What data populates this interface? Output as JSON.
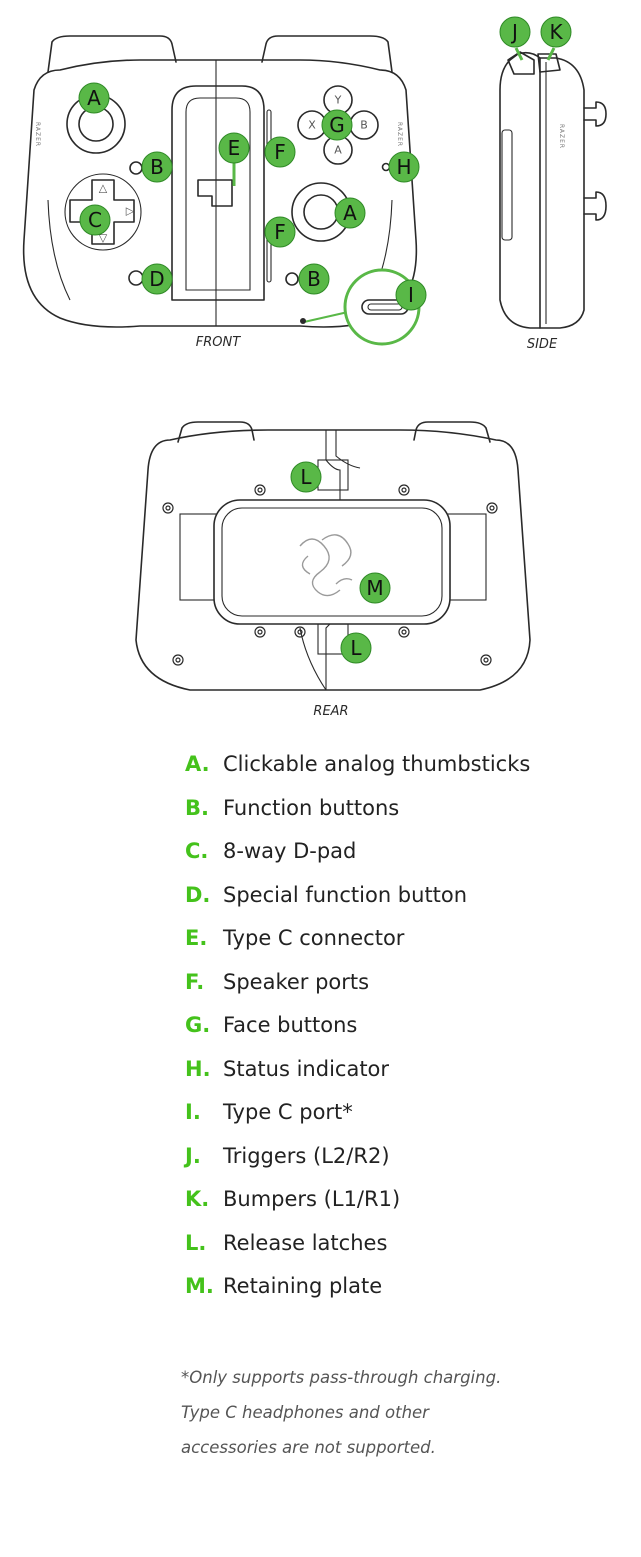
{
  "views": {
    "front": "FRONT",
    "side": "SIDE",
    "rear": "REAR"
  },
  "callouts": [
    "A",
    "B",
    "C",
    "D",
    "E",
    "F",
    "G",
    "H",
    "I",
    "J",
    "K",
    "L",
    "M"
  ],
  "face_buttons": [
    "Y",
    "X",
    "B",
    "A"
  ],
  "brand_text": "RAZER",
  "accent_color": "#59b847",
  "legend": [
    {
      "letter": "A.",
      "text": "Clickable analog thumbsticks"
    },
    {
      "letter": "B.",
      "text": "Function buttons"
    },
    {
      "letter": "C.",
      "text": "8-way D-pad"
    },
    {
      "letter": "D.",
      "text": "Special function button"
    },
    {
      "letter": "E.",
      "text": "Type C connector"
    },
    {
      "letter": "F.",
      "text": "Speaker ports"
    },
    {
      "letter": "G.",
      "text": "Face buttons"
    },
    {
      "letter": "H.",
      "text": "Status indicator"
    },
    {
      "letter": "I.",
      "text": "Type C port*"
    },
    {
      "letter": "J.",
      "text": "Triggers (L2/R2)"
    },
    {
      "letter": "K.",
      "text": "Bumpers (L1/R1)"
    },
    {
      "letter": "L.",
      "text": "Release latches"
    },
    {
      "letter": "M.",
      "text": "Retaining plate"
    }
  ],
  "footnote": {
    "line1": "*Only supports pass-through charging.",
    "line2": "Type C headphones and other",
    "line3": "accessories are not supported."
  }
}
